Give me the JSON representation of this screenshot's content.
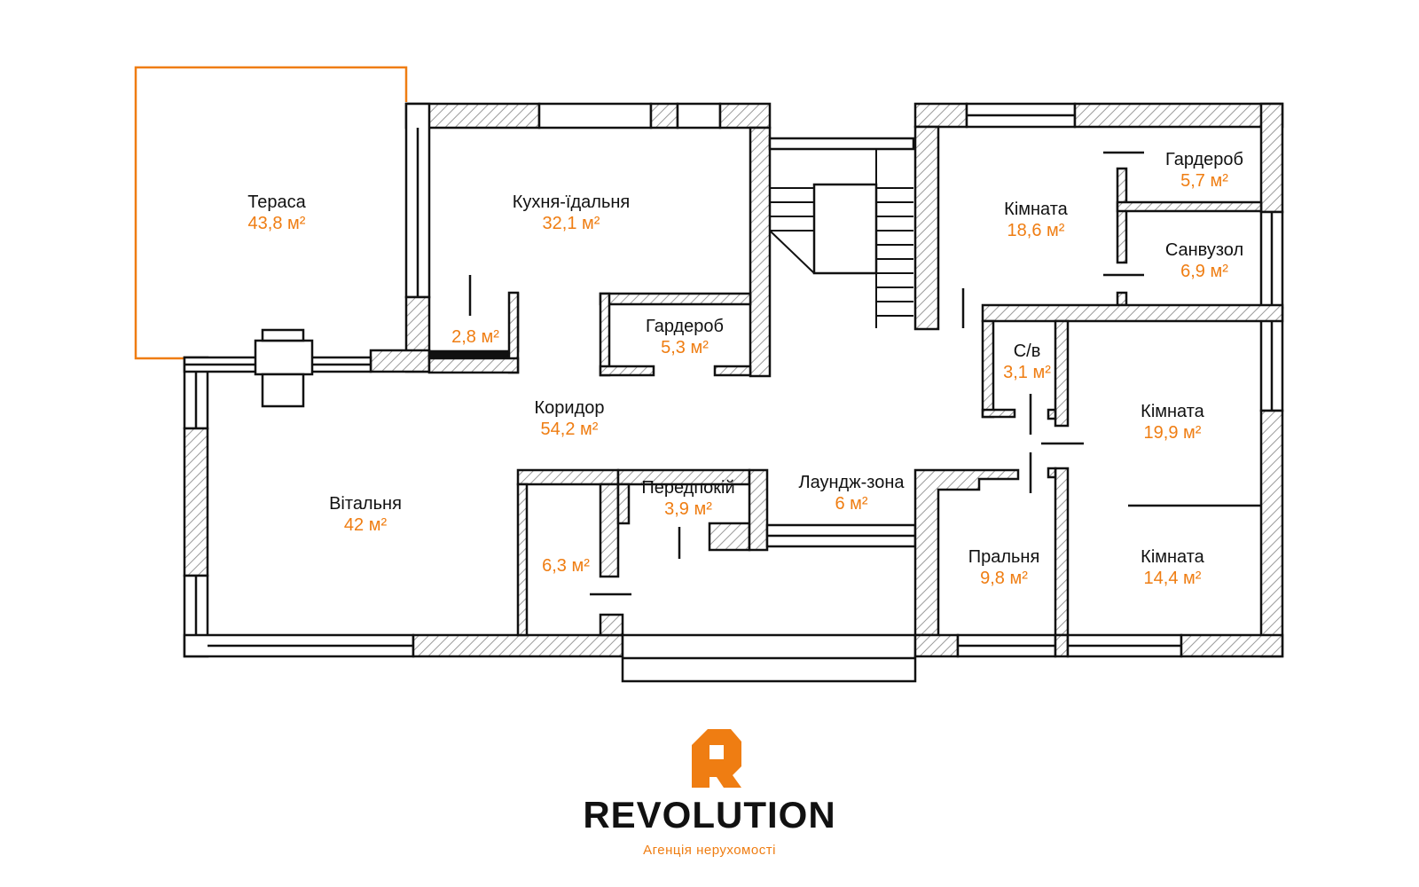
{
  "rooms": {
    "terrace": {
      "name": "Тераса",
      "area": "43,8 м²"
    },
    "kitchen": {
      "name": "Кухня-їдальня",
      "area": "32,1 м²"
    },
    "pantry": {
      "area": "2,8 м²"
    },
    "wardrobe_left": {
      "name": "Гардероб",
      "area": "5,3 м²"
    },
    "corridor": {
      "name": "Коридор",
      "area": "54,2 м²"
    },
    "living": {
      "name": "Вітальня",
      "area": "42 м²"
    },
    "entry_closet": {
      "area": "6,3 м²"
    },
    "hallway": {
      "name": "Передпокій",
      "area": "3,9 м²"
    },
    "lounge": {
      "name": "Лаундж-зона",
      "area": "6 м²"
    },
    "room_top": {
      "name": "Кімната",
      "area": "18,6 м²"
    },
    "wardrobe_right": {
      "name": "Гардероб",
      "area": "5,7 м²"
    },
    "bathroom": {
      "name": "Санвузол",
      "area": "6,9 м²"
    },
    "wc": {
      "name": "С/в",
      "area": "3,1 м²"
    },
    "room_mid": {
      "name": "Кімната",
      "area": "19,9 м²"
    },
    "laundry": {
      "name": "Пральня",
      "area": "9,8 м²"
    },
    "room_bottom": {
      "name": "Кімната",
      "area": "14,4 м²"
    }
  },
  "brand": {
    "name": "REVOLUTION",
    "tagline": "Агенція нерухомості",
    "logo_icon": "revolution-logo-icon"
  },
  "colors": {
    "accent": "#ef7d12",
    "wall": "#111111",
    "hatch": "#9a9a9a"
  }
}
